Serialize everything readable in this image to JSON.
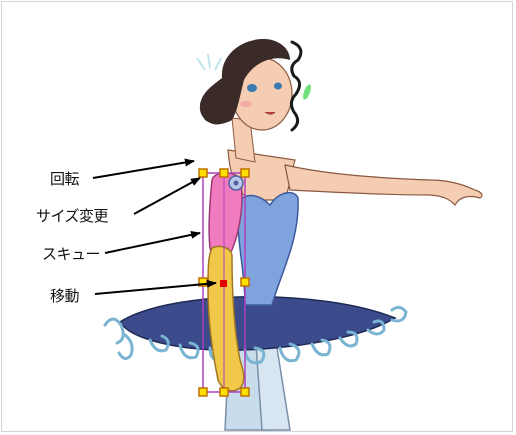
{
  "labels": {
    "rotate": "回転",
    "resize": "サイズ変更",
    "skew": "スキュー",
    "move": "移動"
  },
  "colors": {
    "bounding_box": "#b040c0",
    "handle_fill": "#ffe000",
    "handle_stroke": "#c07000",
    "pivot": "#e00000",
    "arrow": "#000000",
    "skin": "#f5cdb2",
    "hair": "#3a2a28",
    "bodice": "#7fa3dd",
    "tutu": "#3b4b8c",
    "tutu_trim": "#7ab4d2",
    "upper_arm_selected": "#f07bbf",
    "lower_arm_selected": "#f2c84a",
    "tights": "#c9dceb"
  },
  "icons": [
    "rotate-arrow",
    "resize-arrow",
    "skew-arrow",
    "move-arrow",
    "pivot-point",
    "transform-handle"
  ]
}
